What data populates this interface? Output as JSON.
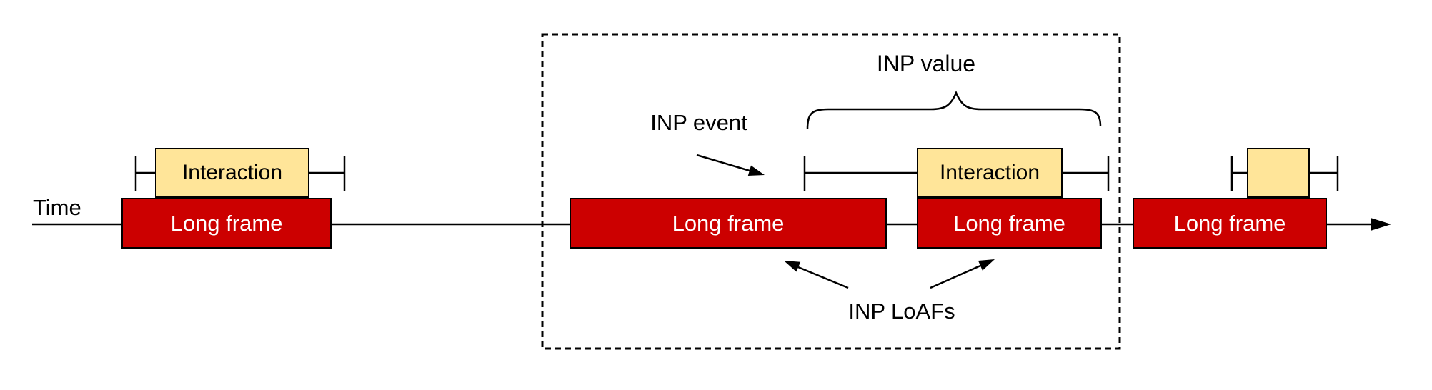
{
  "time_label": "Time",
  "annotations": {
    "inp_event": "INP event",
    "inp_value": "INP value",
    "inp_loafs": "INP LoAFs"
  },
  "long_frames": [
    {
      "label": "Long frame"
    },
    {
      "label": "Long frame"
    },
    {
      "label": "Long frame"
    },
    {
      "label": "Long frame"
    }
  ],
  "interactions": [
    {
      "label": "Interaction"
    },
    {
      "label": "Interaction"
    },
    {
      "label": ""
    }
  ],
  "colors": {
    "long_frame_fill": "#CC0000",
    "interaction_fill": "#FFE599",
    "outline": "#000000",
    "background": "#FFFFFF",
    "text_on_red": "#FFFFFF",
    "text_on_yellow": "#000000"
  }
}
